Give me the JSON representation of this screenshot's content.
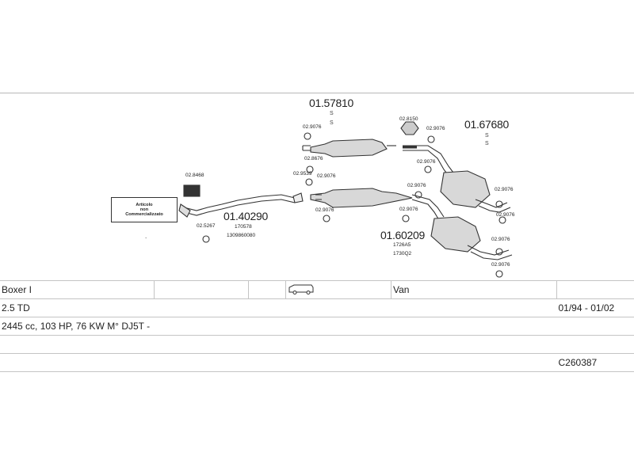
{
  "diagram": {
    "part_numbers": {
      "front_pipe": "01.40290",
      "front_pipe_ref1": "170578",
      "front_pipe_ref2": "1309860080",
      "middle_upper": "01.57810",
      "middle_lower": "01.60209",
      "middle_lower_ref1": "1726A5",
      "middle_lower_ref2": "1730Q2",
      "rear_upper": "01.67680"
    },
    "s_markers": [
      "S",
      "S"
    ],
    "small_codes": {
      "c1": "02.8468",
      "c2": "02.5267",
      "c3": "02.9076",
      "c4": "02.8676",
      "c5": "02.9539",
      "c6": "02.9076",
      "c7": "02.9076",
      "c8": "02.8150",
      "c9": "02.9076",
      "c10": "02.9076",
      "c11": "02.9076",
      "c12": "02.9076",
      "c13": "02.9076",
      "c14": "02.9076",
      "c15": "02.9076",
      "c16": "02.9076"
    },
    "art_box": {
      "line1": "Articolo",
      "line2": "non",
      "line3": "Commercializzato"
    },
    "dot": "."
  },
  "vehicle": {
    "model": "Boxer I",
    "body_type": "Van",
    "engine": "2.5 TD",
    "period": "01/94 - 01/02",
    "specs": "2445 cc, 103 HP, 76 KW M° DJ5T -",
    "code": "C260387"
  },
  "icons": {
    "vehicle": "van-icon"
  }
}
